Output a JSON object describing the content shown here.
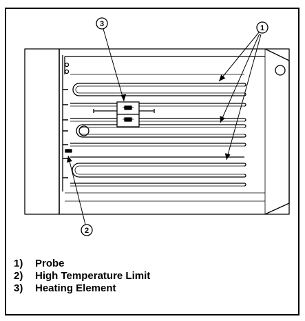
{
  "callouts": [
    {
      "number": "1"
    },
    {
      "number": "2"
    },
    {
      "number": "3"
    }
  ],
  "legend": [
    {
      "number": "1)",
      "label": "Probe"
    },
    {
      "number": "2)",
      "label": "High Temperature Limit"
    },
    {
      "number": "3)",
      "label": "Heating Element"
    }
  ]
}
